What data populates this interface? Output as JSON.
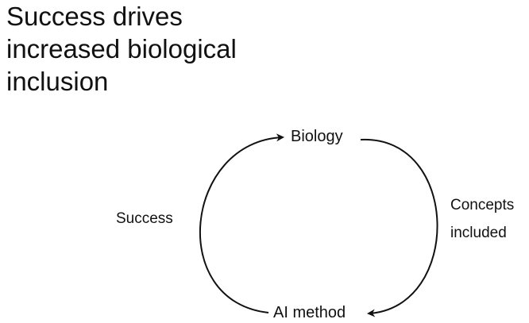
{
  "title": {
    "lines": [
      "Success drives",
      "increased biological",
      "inclusion"
    ]
  },
  "diagram": {
    "nodes": {
      "top": "Biology",
      "bottom": "AI method"
    },
    "edges": {
      "left": "Success",
      "right": [
        "Concepts",
        "included"
      ]
    }
  }
}
